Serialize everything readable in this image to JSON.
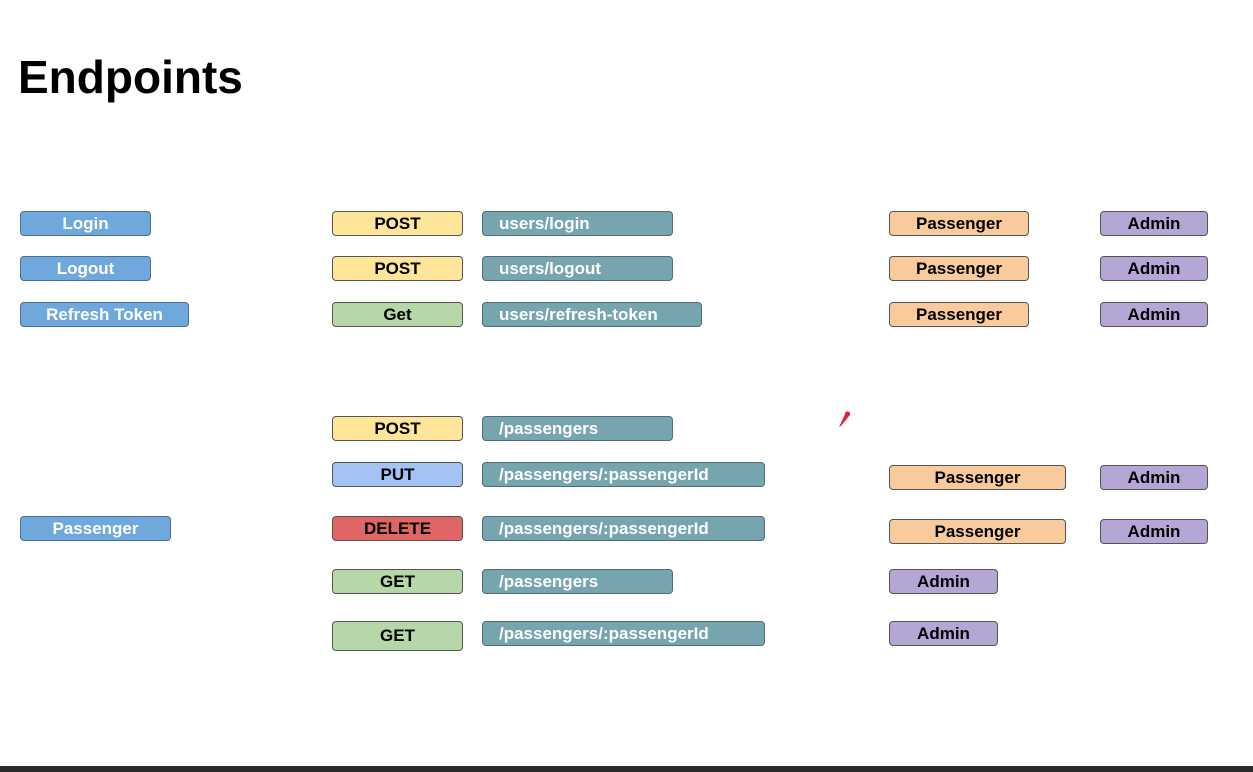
{
  "page": {
    "title": "Endpoints"
  },
  "groups": {
    "login": "Login",
    "logout": "Logout",
    "refresh_token": "Refresh Token",
    "passenger": "Passenger"
  },
  "endpoints": [
    {
      "method": "POST",
      "path": "users/login",
      "roles": [
        "Passenger",
        "Admin"
      ]
    },
    {
      "method": "POST",
      "path": "users/logout",
      "roles": [
        "Passenger",
        "Admin"
      ]
    },
    {
      "method": "Get",
      "path": "users/refresh-token",
      "roles": [
        "Passenger",
        "Admin"
      ]
    },
    {
      "method": "POST",
      "path": "/passengers",
      "roles": []
    },
    {
      "method": "PUT",
      "path": "/passengers/:passengerId",
      "roles": [
        "Passenger",
        "Admin"
      ]
    },
    {
      "method": "DELETE",
      "path": "/passengers/:passengerId",
      "roles": [
        "Passenger",
        "Admin"
      ]
    },
    {
      "method": "GET",
      "path": "/passengers",
      "roles": [
        "Admin"
      ]
    },
    {
      "method": "GET",
      "path": "/passengers/:passengerId",
      "roles": [
        "Admin"
      ]
    }
  ],
  "colors": {
    "group": "#6fa8dc",
    "path": "#76a5af",
    "post": "#ffe599",
    "get": "#b6d7a8",
    "put": "#a4c2f4",
    "delete": "#e06666",
    "role_passenger": "#f9cb9c",
    "role_admin": "#b4a7d6"
  }
}
